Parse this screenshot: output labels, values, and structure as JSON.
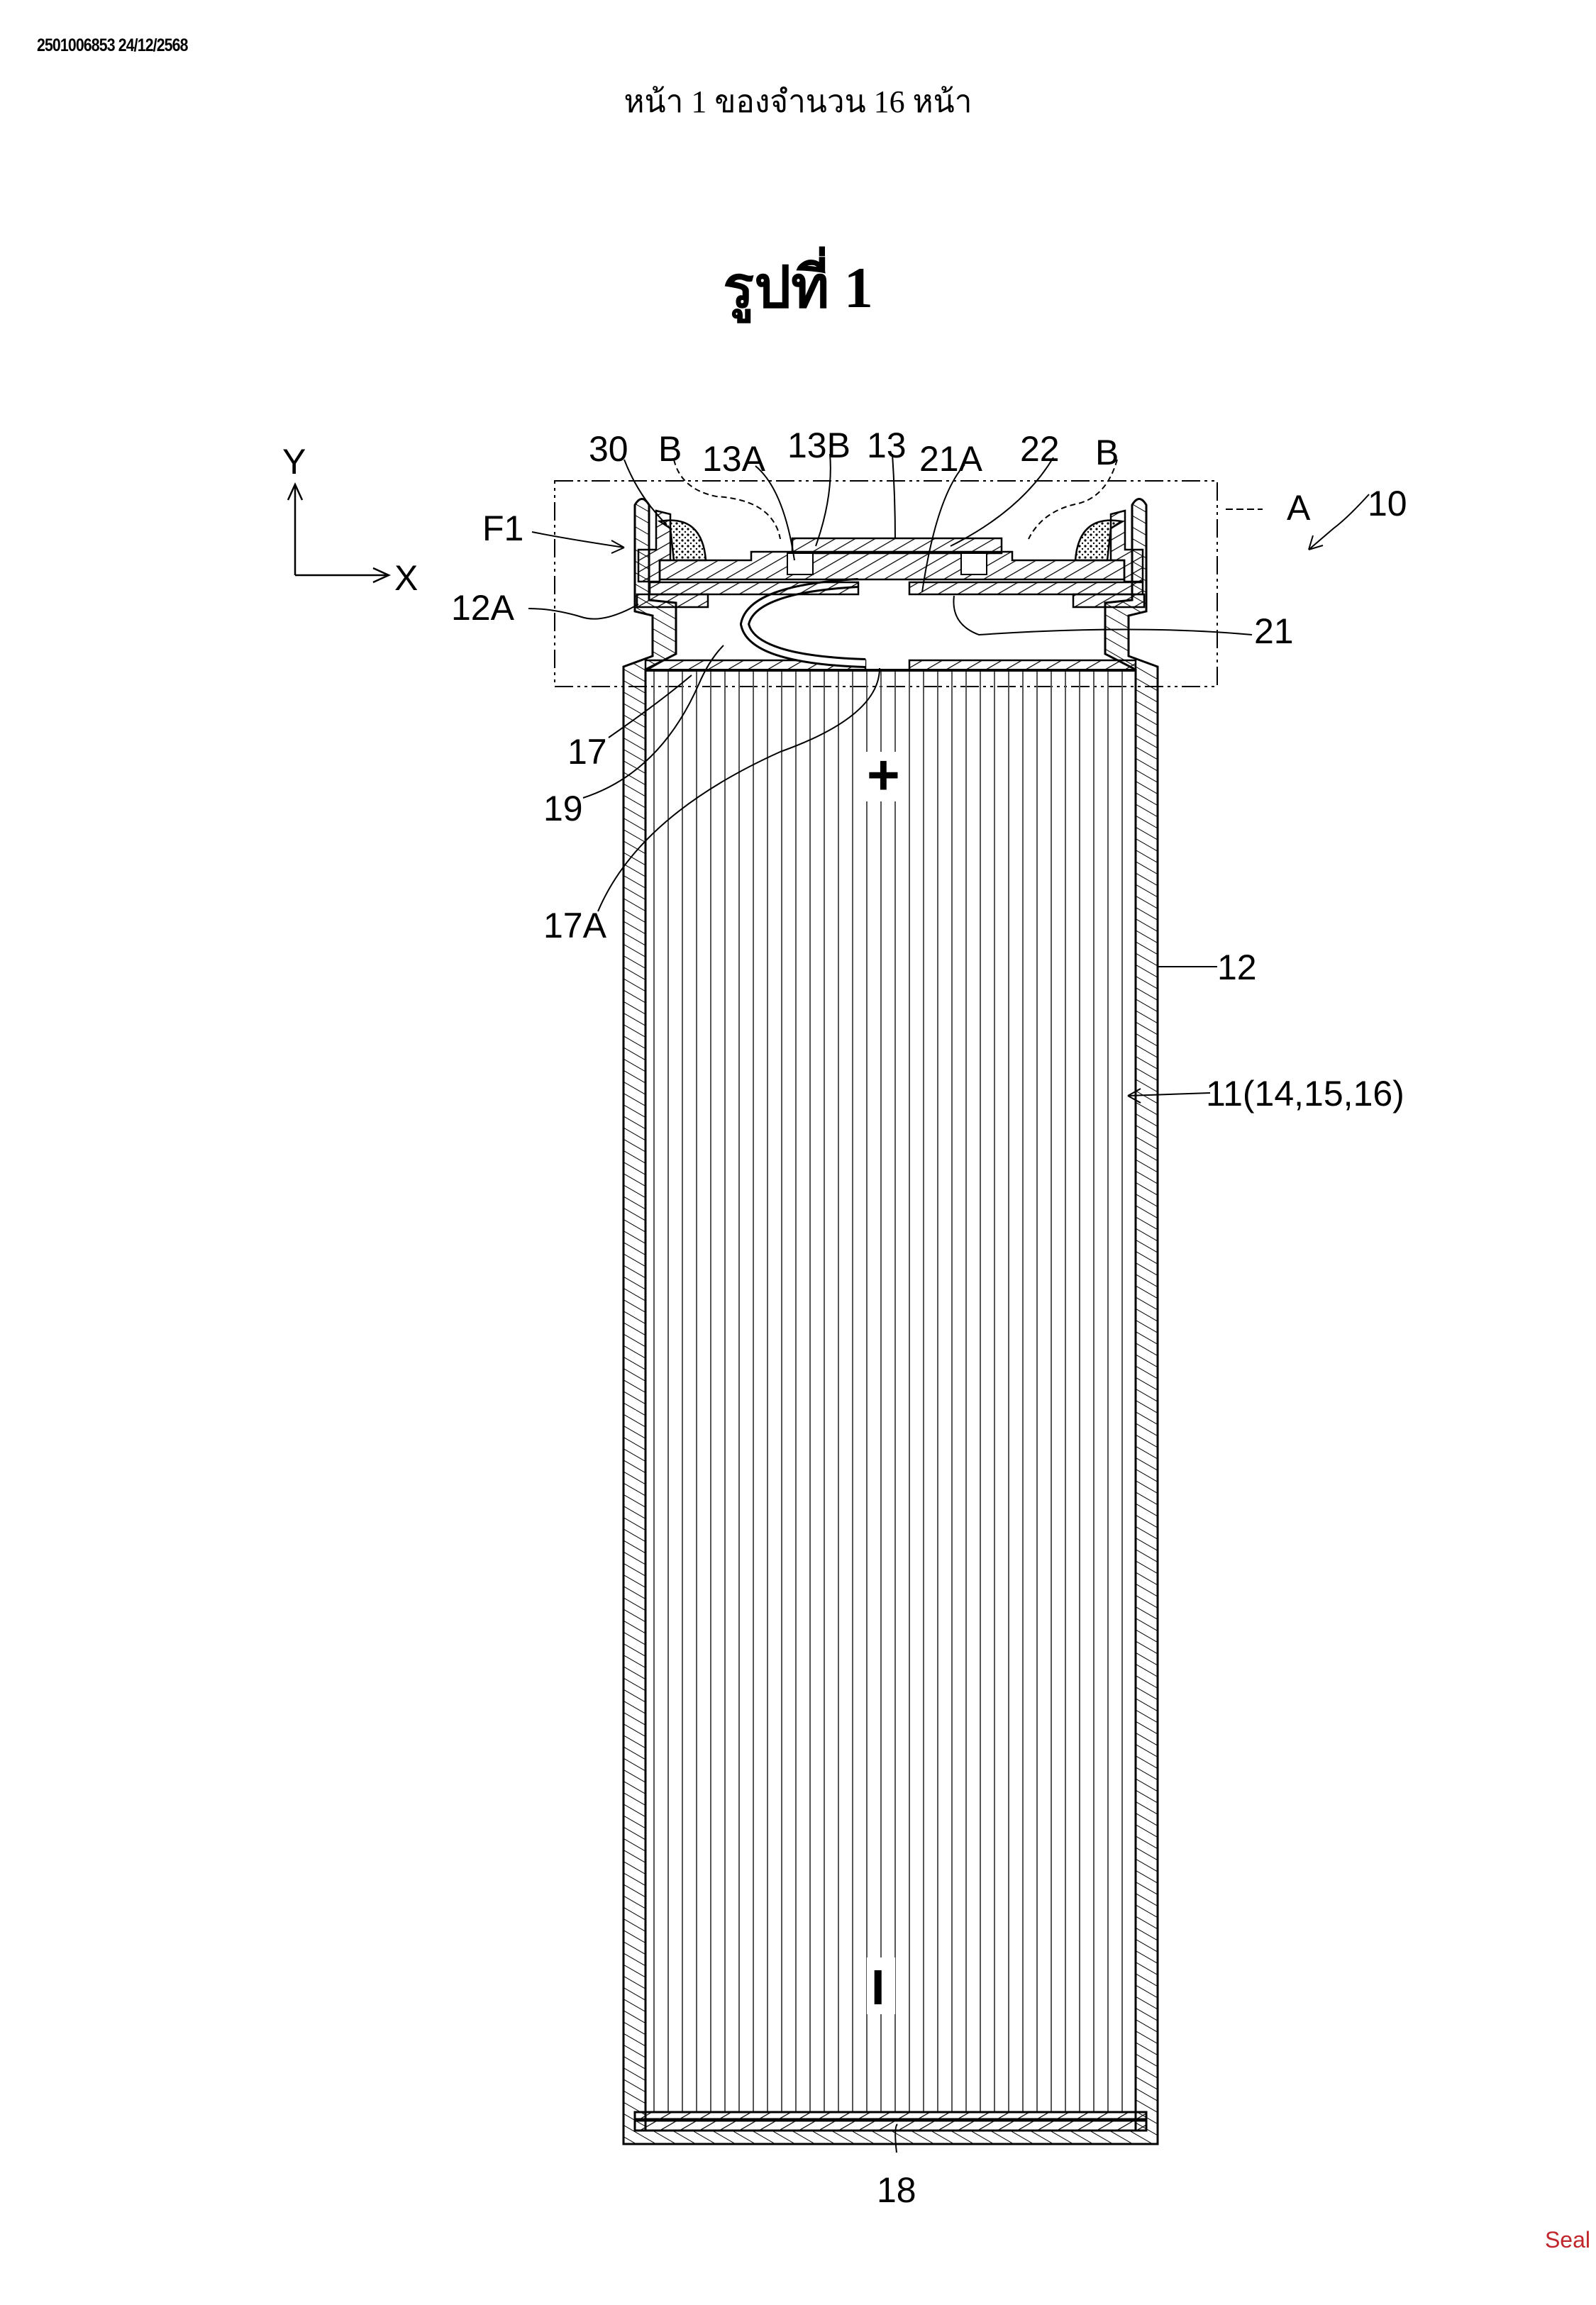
{
  "header": {
    "doc_id": "2501006853 24/12/2568",
    "page_info": "หน้า 1 ของจำนวน 16 หน้า"
  },
  "figure": {
    "title": "รูปที่ 1",
    "axes": {
      "y": "Y",
      "x": "X"
    },
    "labels": {
      "l30": "30",
      "b_left": "B",
      "l13a": "13A",
      "l13b": "13B",
      "l13": "13",
      "l21a": "21A",
      "l22": "22",
      "b_right": "B",
      "a": "A",
      "l10": "10",
      "f1": "F1",
      "l12a": "12A",
      "l21": "21",
      "l17": "17",
      "l19": "19",
      "l17a": "17A",
      "l12": "12",
      "l11": "11(14,15,16)",
      "l18": "18",
      "plus": "+",
      "minus": "I"
    }
  },
  "footer": {
    "seal": "Seal"
  },
  "colors": {
    "seal": "#c0262b",
    "ink": "#000000"
  }
}
